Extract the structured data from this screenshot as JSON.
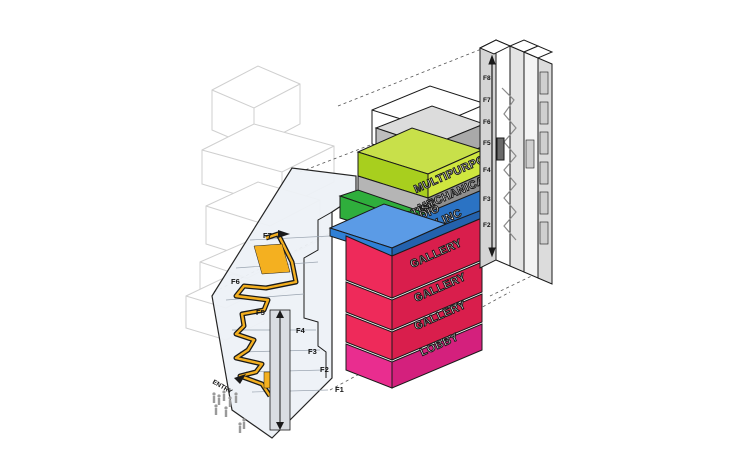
{
  "colors": {
    "multipurpose": "#a8cf1e",
    "mechanical": "#9a9a9a",
    "artist_studio": "#2fae3c",
    "new_inc": "#2f80d6",
    "gallery": "#ee2a5a",
    "lobby": "#e92d8f",
    "circulation": "#f4b020",
    "outline": "#1a1a1a"
  },
  "program_stack": {
    "multipurpose": "MULTIPURPOSE",
    "mechanical": "MECHANICAL",
    "artist_studio_line1": "ARTIST",
    "artist_studio_line2": "STUDIO",
    "new_inc": "NEW INC",
    "gallery_1": "GALLERY",
    "gallery_2": "GALLERY",
    "gallery_3": "GALLERY",
    "lobby": "LOBBY"
  },
  "section_cut": {
    "floors": [
      "F1",
      "F2",
      "F3",
      "F4",
      "F5",
      "F6",
      "F7"
    ]
  },
  "right_elevation": {
    "floors": [
      "F8",
      "F7",
      "F6",
      "F5",
      "F4",
      "F3",
      "F2"
    ]
  },
  "entry_label": "ENTRY"
}
